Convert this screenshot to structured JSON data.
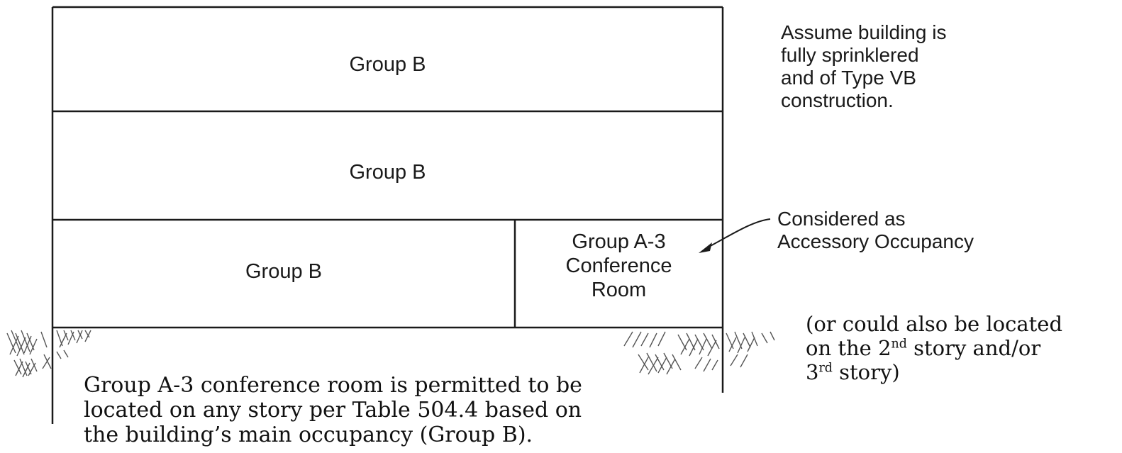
{
  "floors": {
    "third": {
      "label": "Group B"
    },
    "second": {
      "label": "Group B"
    },
    "first_main": {
      "label": "Group B"
    },
    "first_accessory": {
      "line1": "Group A-3",
      "line2": "Conference",
      "line3": "Room"
    }
  },
  "assumption": {
    "line1": "Assume building is",
    "line2": "fully sprinklered",
    "line3": "and of Type VB",
    "line4": "construction."
  },
  "callout": {
    "line1": "Considered as",
    "line2": "Accessory Occupancy"
  },
  "alternate_note": {
    "line1": "(or could also be located",
    "line2_a": "on the 2",
    "line2_sup": "nd",
    "line2_b": " story and/or",
    "line3_a": "3",
    "line3_sup": "rd",
    "line3_b": " story)"
  },
  "caption": {
    "line1": "Group A-3 conference room is permitted to be",
    "line2": "located on any story per Table 504.4 based on",
    "line3": "the building’s main occupancy (Group B)."
  }
}
